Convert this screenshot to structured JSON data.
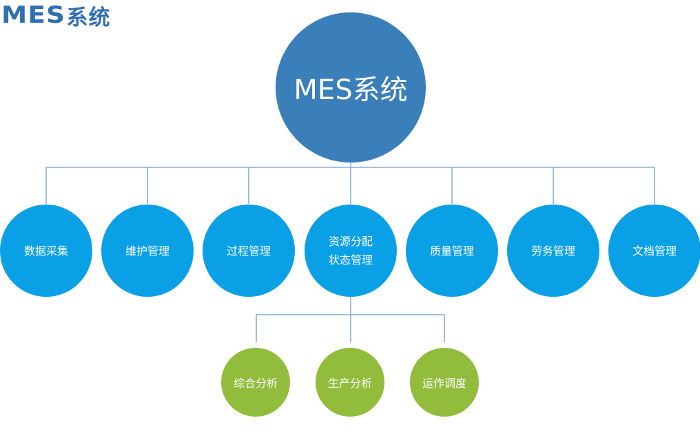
{
  "header": {
    "logo_latin": "MES",
    "logo_cjk": "系统"
  },
  "diagram": {
    "root": "MES系统",
    "modules": [
      {
        "lines": [
          "数据采集"
        ]
      },
      {
        "lines": [
          "维护管理"
        ]
      },
      {
        "lines": [
          "过程管理"
        ]
      },
      {
        "lines": [
          "资源分配",
          "状态管理"
        ]
      },
      {
        "lines": [
          "质量管理"
        ]
      },
      {
        "lines": [
          "劳务管理"
        ]
      },
      {
        "lines": [
          "文档管理"
        ]
      }
    ],
    "submodules": [
      "综合分析",
      "生产分析",
      "运作调度"
    ]
  },
  "colors": {
    "logo": "#2f6fb3",
    "root_fill": "#3a7fb9",
    "module_fill": "#0aa0e6",
    "submodule_fill": "#92bd3c",
    "connector": "#6b9ed0"
  }
}
